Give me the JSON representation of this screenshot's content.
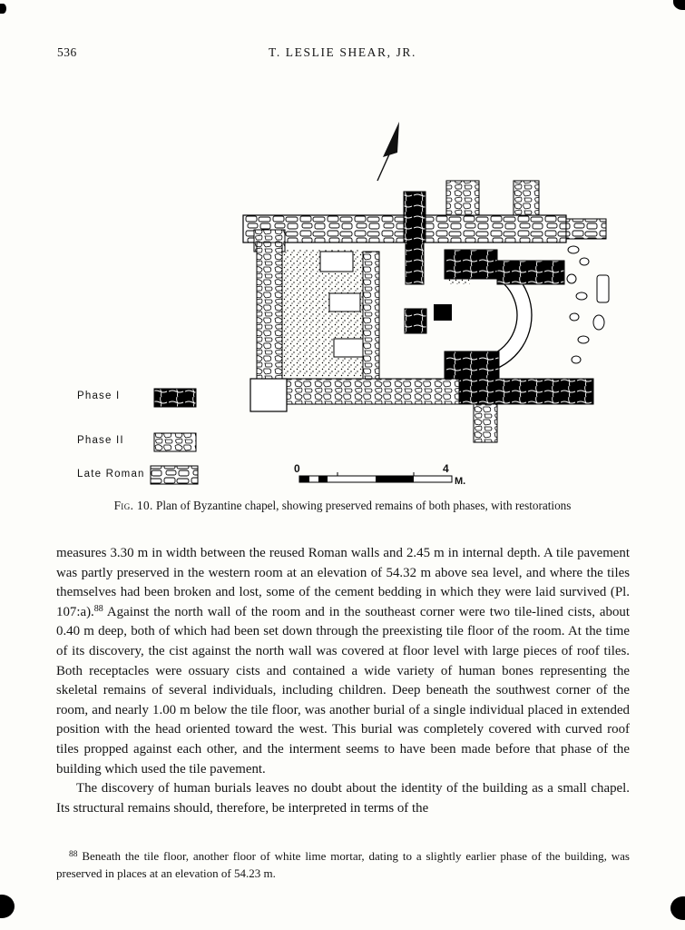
{
  "page": {
    "number": "536",
    "running_head": "T. LESLIE SHEAR, JR."
  },
  "figure": {
    "legend": {
      "phase1": "Phase I",
      "phase2": "Phase II",
      "late_roman": "Late Roman"
    },
    "scale": {
      "zero": "0",
      "four": "4",
      "unit": "M."
    },
    "caption_label": "Fig. 10.",
    "caption_text": " Plan of Byzantine chapel, showing preserved remains of both phases, with restorations"
  },
  "body": {
    "para1_before_ref": "measures 3.30 m in width between the reused Roman walls and 2.45 m in internal depth. A tile pavement was partly preserved in the western room at an elevation of 54.32 m above sea level, and where the tiles themselves had been broken and lost, some of the cement bedding in which they were laid survived (Pl. 107:a).",
    "footnote_ref": "88",
    "para1_after_ref": " Against the north wall of the room and in the southeast corner were two tile-lined cists, about 0.40 m deep, both of which had been set down through the preexisting tile floor of the room. At the time of its discovery, the cist against the north wall was covered at floor level with large pieces of roof tiles. Both receptacles were ossuary cists and contained a wide variety of human bones representing the skeletal remains of several individuals, including children. Deep beneath the southwest corner of the room, and nearly 1.00 m below the tile floor, was another burial of a single individual placed in extended position with the head oriented toward the west. This burial was completely covered with curved roof tiles propped against each other, and the interment seems to have been made before that phase of the building which used the tile pavement.",
    "para2": "The discovery of human burials leaves no doubt about the identity of the building as a small chapel. Its structural remains should, therefore, be interpreted in terms of the"
  },
  "footnote": {
    "ref": "88",
    "text": " Beneath the tile floor, another floor of white lime mortar, dating to a slightly earlier phase of the building, was preserved in places at an elevation of 54.23 m."
  }
}
